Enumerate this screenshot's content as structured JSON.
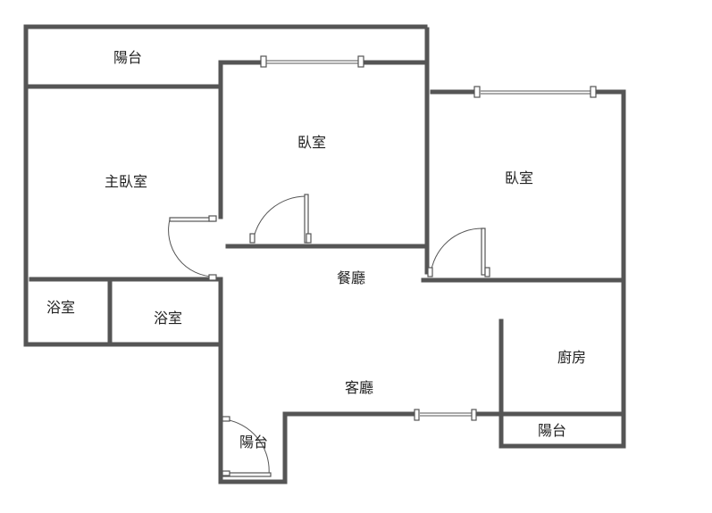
{
  "plan": {
    "wall_color": "#555555",
    "background": "#ffffff",
    "rooms": {
      "balcony_top": "陽台",
      "master_bedroom": "主臥室",
      "bedroom_middle": "臥室",
      "bedroom_right": "臥室",
      "bath_left": "浴室",
      "bath_right": "浴室",
      "dining": "餐廳",
      "living": "客廳",
      "kitchen": "廚房",
      "balcony_bottom_left": "陽台",
      "balcony_bottom_right": "陽台"
    }
  }
}
